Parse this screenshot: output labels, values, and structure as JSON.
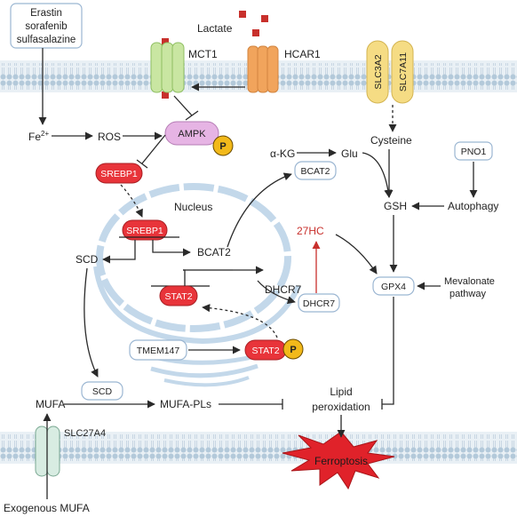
{
  "drugs": {
    "line1": "Erastin",
    "line2": "sorafenib",
    "line3": "sulfasalazine"
  },
  "labels": {
    "lactate": "Lactate",
    "mct1": "MCT1",
    "hcar1": "HCAR1",
    "slc3a2": "SLC3A2",
    "slc7a11": "SLC7A11",
    "fe": "Fe",
    "fe_sup": "2+",
    "ros": "ROS",
    "ampk": "AMPK",
    "p": "P",
    "srebp1": "SREBP1",
    "nucleus": "Nucleus",
    "akg": "α-KG",
    "glu": "Glu",
    "cysteine": "Cysteine",
    "pno1": "PNO1",
    "bcat2": "BCAT2",
    "gsh": "GSH",
    "autophagy": "Autophagy",
    "hc27": "27HC",
    "scd": "SCD",
    "dhcr7": "DHCR7",
    "stat2": "STAT2",
    "gpx4": "GPX4",
    "mevalonate1": "Mevalonate",
    "mevalonate2": "pathway",
    "tmem147": "TMEM147",
    "mufa": "MUFA",
    "mufa_pls": "MUFA-PLs",
    "lipid1": "Lipid",
    "lipid2": "peroxidation",
    "slc27a4": "SLC27A4",
    "ferroptosis": "Ferroptosis",
    "exogenous_mufa": "Exogenous MUFA"
  },
  "colors": {
    "membrane_head": "#b6ccdc",
    "membrane_bg": "#e2ebf2",
    "nucleus": "#b9d2e6",
    "protein_red": "#e8343a",
    "protein_pink": "#e6b4e4",
    "phospho_yellow": "#f2b91a",
    "box_stroke": "#9bb6d2",
    "transporter_green": "#c9e6a2",
    "transporter_orange": "#f1a45c",
    "transporter_yellow": "#f5dc84",
    "ferroptosis_red": "#e0222a",
    "lactate_square": "#c8302c",
    "hc_red": "#c8302c",
    "arrow": "#2a2a2a"
  }
}
